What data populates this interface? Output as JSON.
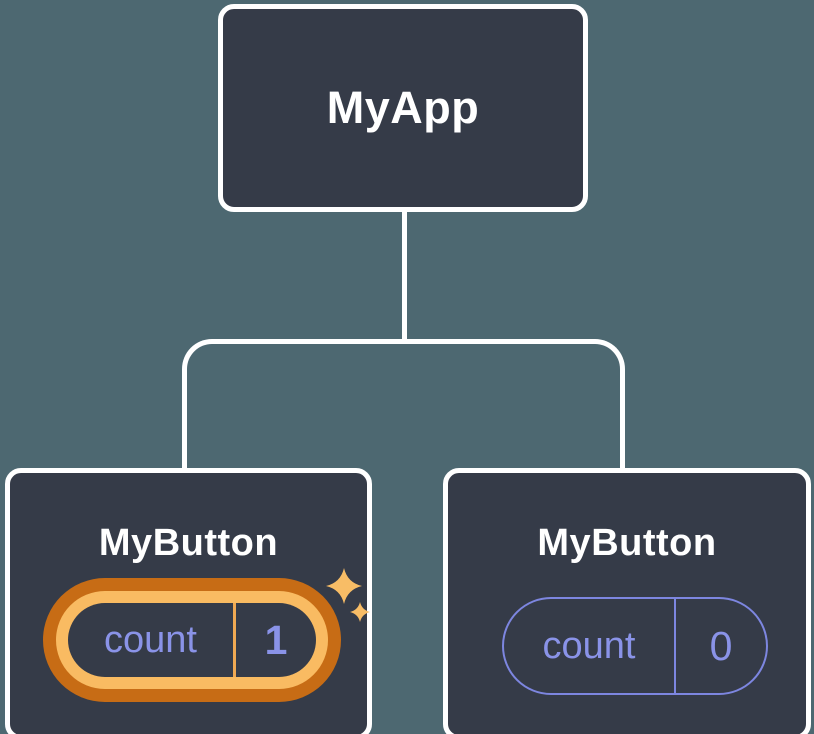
{
  "diagram": {
    "root": {
      "label": "MyApp"
    },
    "children": [
      {
        "label": "MyButton",
        "state": {
          "name": "count",
          "value": "1"
        },
        "highlighted": true,
        "sparkles": true
      },
      {
        "label": "MyButton",
        "state": {
          "name": "count",
          "value": "0"
        },
        "highlighted": false,
        "sparkles": false
      }
    ]
  },
  "icons": {
    "sparkles": "four-point-star-sparkles"
  },
  "colors": {
    "background": "#4d6871",
    "node_fill": "#353b48",
    "node_border": "#ffffff",
    "label_text": "#ffffff",
    "state_text": "#8a93e8",
    "state_outline": "#7d86e0",
    "highlight_outer": "#c76c15",
    "highlight_inner": "#f9bb62",
    "highlight_divider": "#f0a953",
    "sparkle": "#f8bd66"
  }
}
